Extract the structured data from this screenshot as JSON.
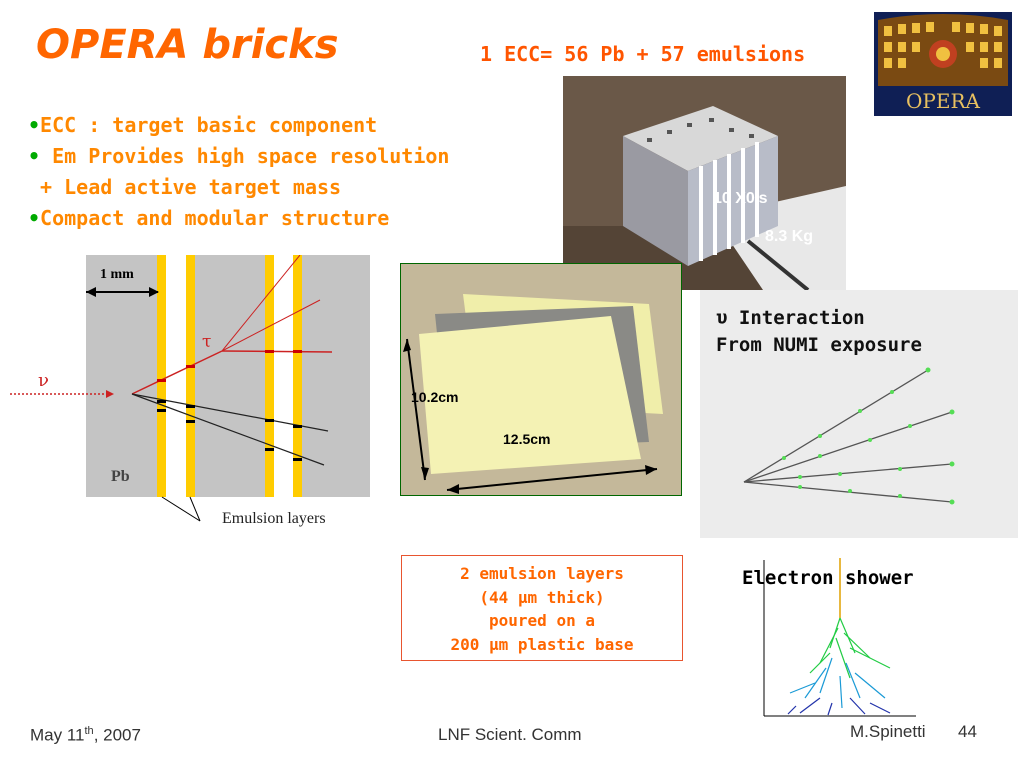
{
  "slide": {
    "title": "OPERA bricks",
    "equation": "1 ECC= 56 Pb + 57 emulsions",
    "bullets": [
      {
        "bullet": "•",
        "text": "ECC : target basic component"
      },
      {
        "bullet": "•",
        "text": " Em Provides high space resolution"
      },
      {
        "bullet": "",
        "text": " + Lead active target mass"
      },
      {
        "bullet": "•",
        "text": "Compact and modular structure"
      }
    ],
    "logo_text": "OPERA",
    "brick_photo": {
      "label_x0": "10 X0’s",
      "label_kg": "8.3 Kg"
    },
    "films_photo": {
      "height_label": "10.2cm",
      "width_label": "12.5cm"
    },
    "diagram": {
      "scale_label": "1 mm",
      "tau_label": "τ",
      "nu_label": "ν",
      "pb_label": "Pb",
      "emulsion_label": "Emulsion layers"
    },
    "interaction": {
      "line1": "υ Interaction",
      "line2": "From NUMI exposure"
    },
    "emulsion_box": [
      "2 emulsion layers",
      "(44 μm thick)",
      "poured on a",
      "200 μm  plastic base"
    ],
    "shower_label": "Electron shower",
    "footer": {
      "date_prefix": "May 11",
      "date_sup": "th",
      "date_suffix": ", 2007",
      "center": "LNF Scient. Comm",
      "author": "M.Spinetti",
      "page": "44"
    },
    "colors": {
      "title": "#ff6600",
      "bullet_text": "#ff8800",
      "bullet_dot": "#00aa00",
      "emulsion_yellow": "#ffcc00"
    }
  }
}
